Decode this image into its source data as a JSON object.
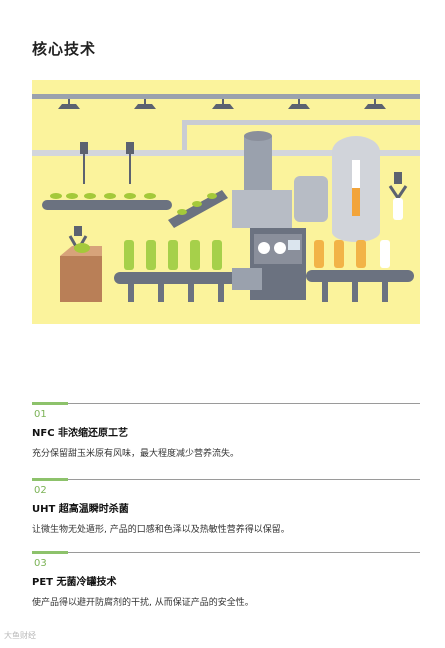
{
  "page": {
    "title": "核心技术"
  },
  "features": [
    {
      "num": "01",
      "name": "NFC 非浓缩还原工艺",
      "desc": "充分保留甜玉米原有风味，最大程度减少营养流失。"
    },
    {
      "num": "02",
      "name": "UHT 超高温瞬时杀菌",
      "desc": "让微生物无处遁形, 产品的口感和色泽以及热敏性营养得以保留。"
    },
    {
      "num": "03",
      "name": "PET 无菌冷罐技术",
      "desc": "使产品得以避开防腐剂的干扰, 从而保证产品的安全性。"
    }
  ],
  "watermark": "大鱼财经",
  "colors": {
    "accent_green": "#8dc26b",
    "illustration_bg": "#fbf39c",
    "machine_gray": "#8a8f9b"
  }
}
